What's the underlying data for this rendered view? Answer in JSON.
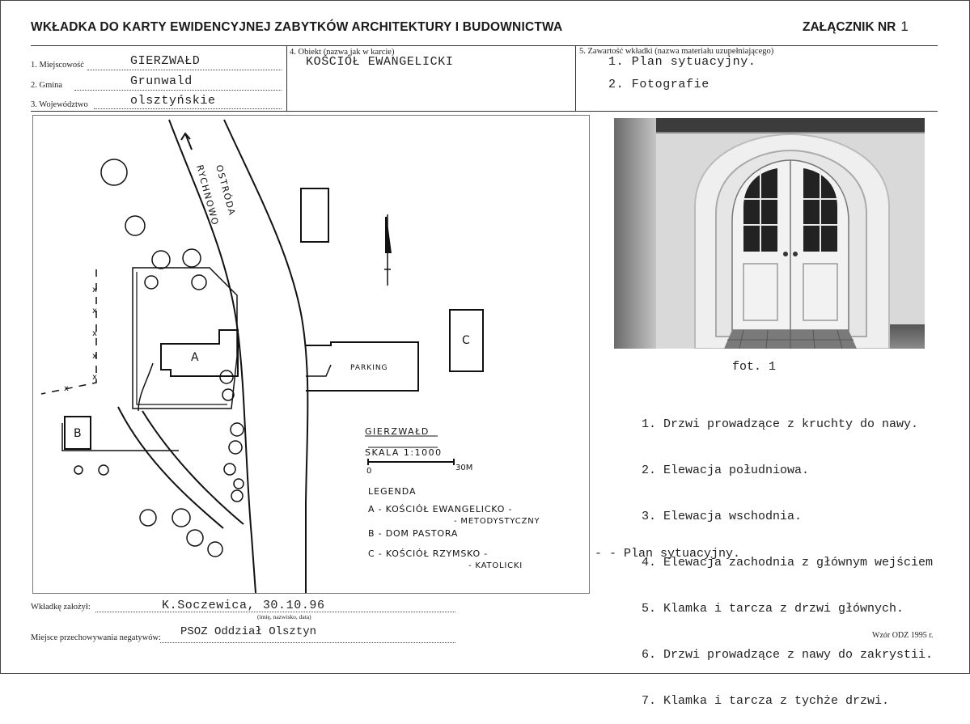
{
  "header": {
    "title": "WKŁADKA DO KARTY EWIDENCYJNEJ ZABYTKÓW ARCHITEKTURY I BUDOWNICTWA",
    "annex_label": "ZAŁĄCZNIK NR",
    "annex_number": "1"
  },
  "fields": {
    "miejscowosc_label": "1. Miejscowość",
    "miejscowosc_value": "GIERZWAŁD",
    "gmina_label": "2. Gmina",
    "gmina_value": "Grunwald",
    "wojewodztwo_label": "3. Województwo",
    "wojewodztwo_value": "olsztyńskie",
    "obiekt_label": "4. Obiekt (nazwa jak w karcie)",
    "obiekt_value": "KOŚCIÓŁ EWANGELICKI",
    "zawartosc_label": "5. Zawartość wkładki (nazwa materiału uzupełniającego)",
    "zawartosc_items": [
      "1. Plan sytuacyjny.",
      "2. Fotografie"
    ]
  },
  "plan": {
    "road_label_1": "RYCHNOWO",
    "road_label_2": "OSTRÓDA",
    "parking": "PARKING",
    "building_a": "A",
    "building_b": "B",
    "building_c": "C",
    "title": "GIERZWAŁD",
    "scale": "SKALA 1:1000",
    "scale_zero": "0",
    "scale_end": "30M",
    "legend_title": "LEGENDA",
    "legend_a1": "A - KOŚCIÓŁ EWANGELICKO -",
    "legend_a2": "- METODYSTYCZNY",
    "legend_b": "B - DOM PASTORA",
    "legend_c1": "C - KOŚCIÓŁ RZYMSKO -",
    "legend_c2": "- KATOLICKI"
  },
  "photo": {
    "caption": "fot. 1"
  },
  "photo_list": [
    "1. Drzwi prowadzące z kruchty do nawy.",
    "2. Elewacja południowa.",
    "3. Elewacja wschodnia.",
    "4. Elewacja zachodnia z głównym wejściem",
    "5. Klamka i tarcza z drzwi głównych.",
    "6. Drzwi prowadzące z nawy do zakrystii.",
    "7. Klamka i tarcza z tychże drzwi."
  ],
  "plan_note": "- - Plan sytuacyjny.",
  "footer": {
    "zalozyl_label": "Wkładkę założył:",
    "zalozyl_value": "K.Soczewica, 30.10.96",
    "zalozyl_hint": "(imię, nazwisko, data)",
    "miejsce_label": "Miejsce przechowywania negatywów:",
    "miejsce_value": "PSOZ Oddział Olsztyn",
    "wzor": "Wzór ODZ 1995 r."
  }
}
